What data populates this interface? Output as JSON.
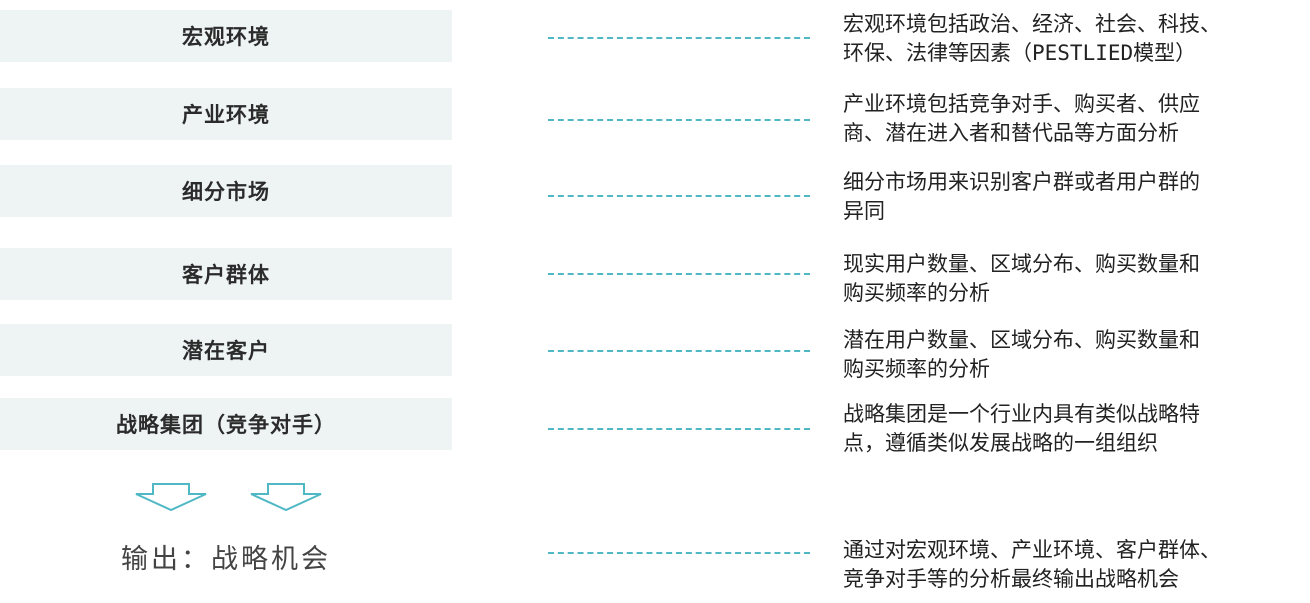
{
  "rows": [
    {
      "label": "宏观环境",
      "description": "宏观环境包括政治、经济、社会、科技、\n环保、法律等因素（PESTLIED模型）"
    },
    {
      "label": "产业环境",
      "description": "产业环境包括竞争对手、购买者、供应\n商、潜在进入者和替代品等方面分析"
    },
    {
      "label": "细分市场",
      "description": "细分市场用来识别客户群或者用户群的\n异同"
    },
    {
      "label": "客户群体",
      "description": "现实用户数量、区域分布、购买数量和\n购买频率的分析"
    },
    {
      "label": "潜在客户",
      "description": "潜在用户数量、区域分布、购买数量和\n购买频率的分析"
    },
    {
      "label": "战略集团（竞争对手）",
      "description": "战略集团是一个行业内具有类似战略特\n点，遵循类似发展战略的一组组织"
    }
  ],
  "output": {
    "label": "输出：战略机会",
    "description": "通过对宏观环境、产业环境、客户群体、\n竞争对手等的分析最终输出战略机会"
  },
  "colors": {
    "box_fill": "#eef3f3",
    "connector": "#4fb8c4",
    "arrow": "#4fb8c4"
  },
  "icons": {
    "arrows": [
      "down-arrow-icon",
      "down-arrow-icon"
    ]
  }
}
